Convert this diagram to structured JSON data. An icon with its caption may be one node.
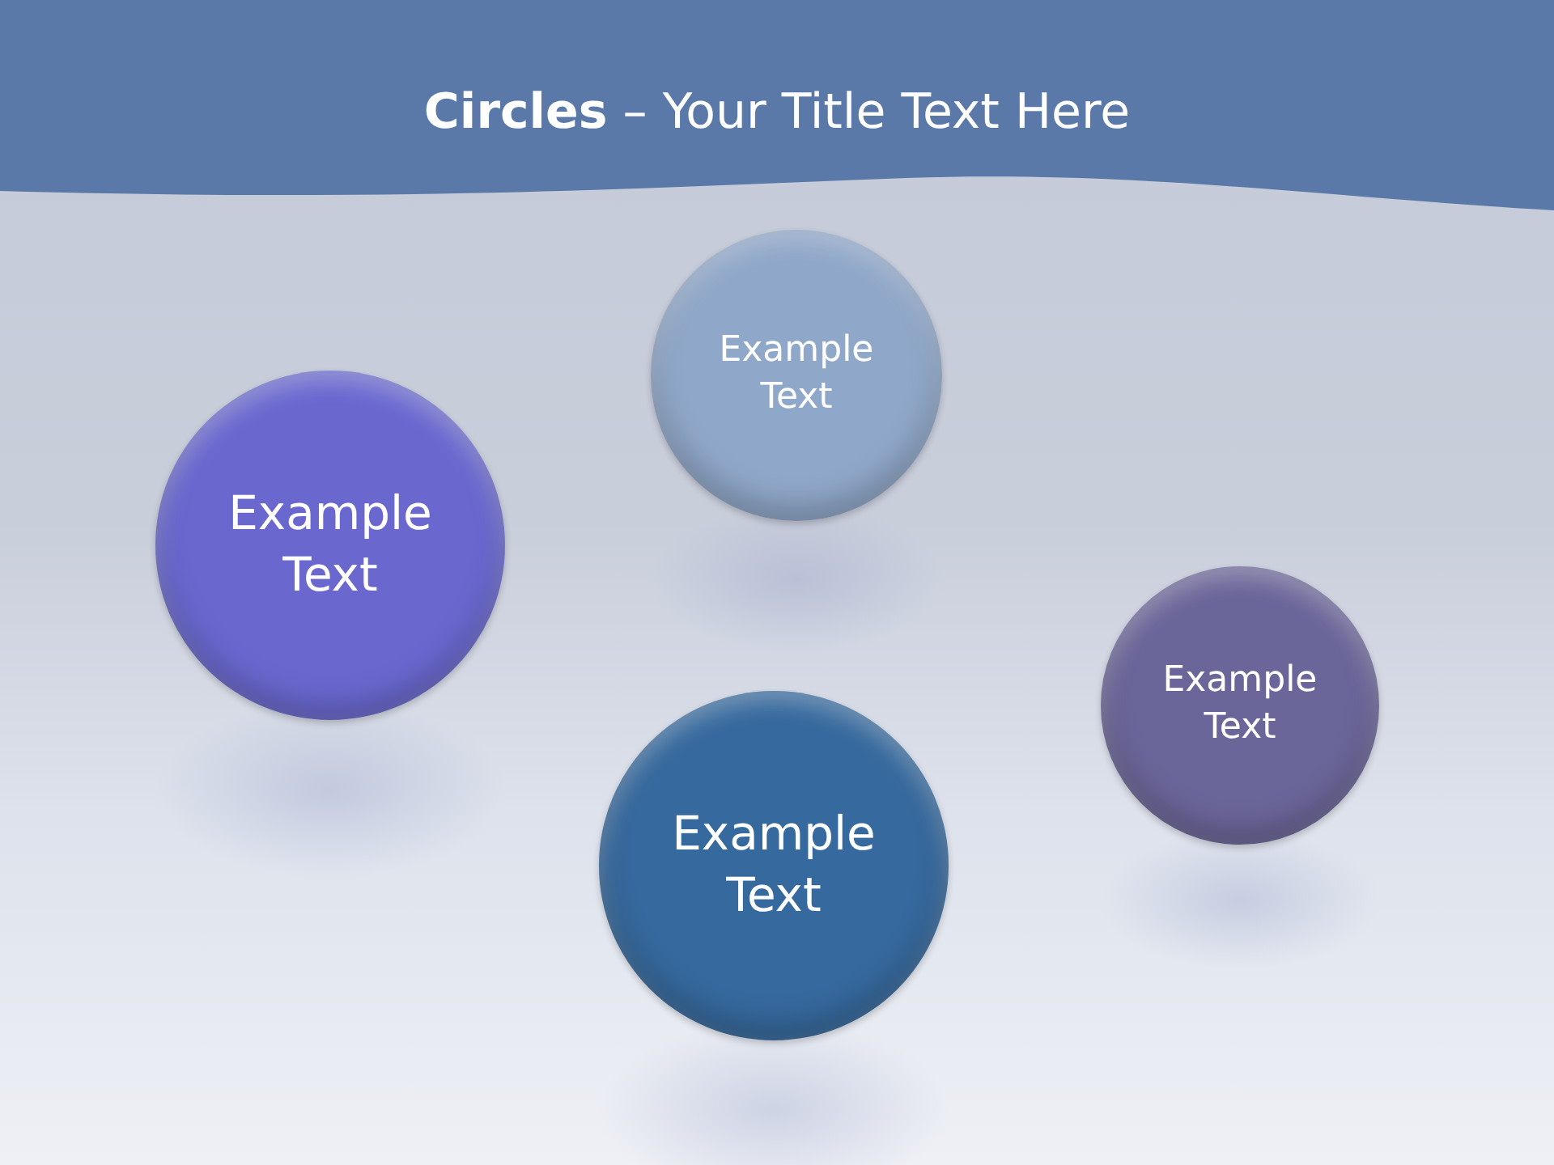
{
  "diagram": {
    "title": "**Circles** – Your Title Text Here",
    "nodes": [
      {
        "text": [
          "Example Text"
        ]
      },
      {
        "text": [
          "Example Text"
        ]
      },
      {
        "text": [
          "Example Text"
        ]
      },
      {
        "text": [
          "Example Text"
        ]
      }
    ]
  }
}
